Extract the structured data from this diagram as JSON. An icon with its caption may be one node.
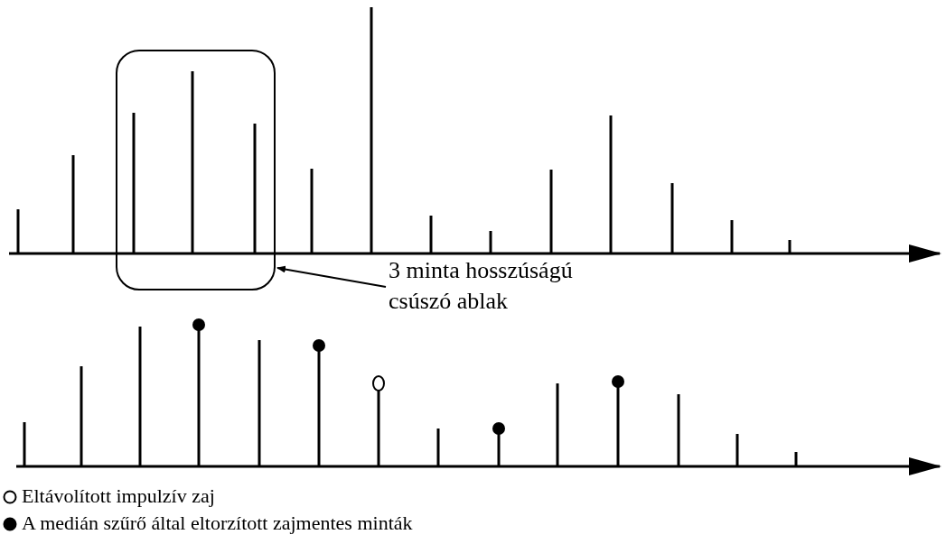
{
  "diagram": {
    "nodes": [
      {
        "text": [
          "3 minta hosszúságú csúszó ablak"
        ]
      },
      {
        "text": [],
        "shape": "box"
      }
    ],
    "edges": [
      {
        "from": 0,
        "to": 1,
        "arrow": "to"
      }
    ],
    "legend": [
      {
        "text": "Eltávolított impulzív zaj"
      },
      {
        "text": "A medián szűrő által eltorzított zajmentes minták"
      }
    ]
  }
}
